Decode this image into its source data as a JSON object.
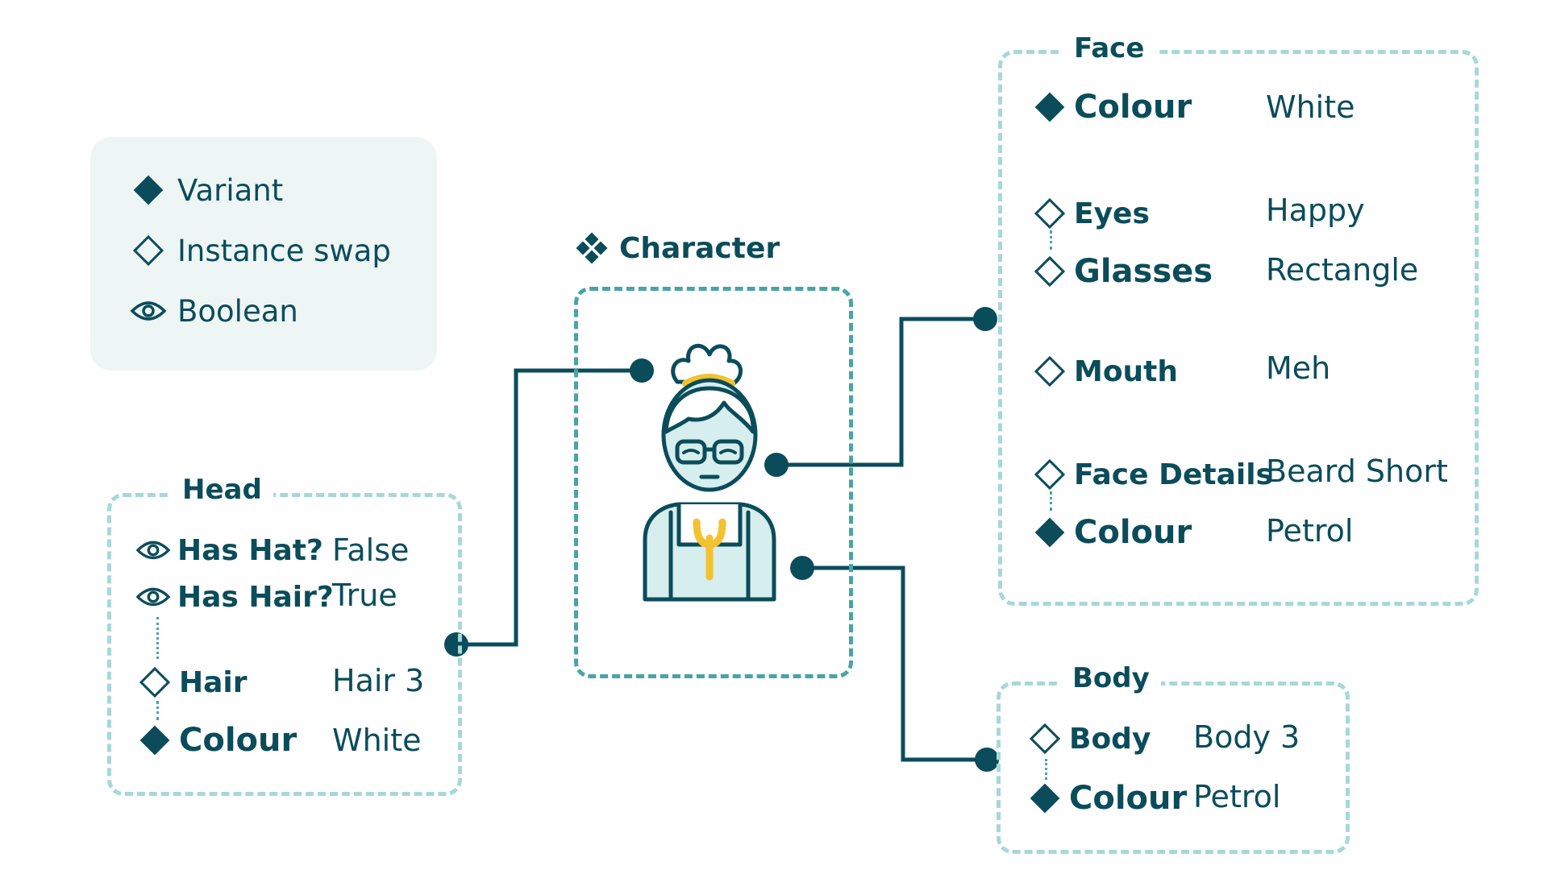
{
  "legend": {
    "variant": "Variant",
    "instance_swap": "Instance swap",
    "boolean": "Boolean"
  },
  "character": {
    "label": "Character"
  },
  "head": {
    "title": "Head",
    "props": [
      {
        "icon": "eye-icon",
        "name": "Has Hat?",
        "value": "False"
      },
      {
        "icon": "eye-icon",
        "name": "Has Hair?",
        "value": "True"
      },
      {
        "icon": "diamond-outline-icon",
        "name": "Hair",
        "value": "Hair 3"
      },
      {
        "icon": "diamond-filled-icon",
        "name": "Colour",
        "value": "White"
      }
    ]
  },
  "face": {
    "title": "Face",
    "props": [
      {
        "icon": "diamond-filled-icon",
        "name": "Colour",
        "value": "White"
      },
      {
        "icon": "diamond-outline-icon",
        "name": "Eyes",
        "value": "Happy"
      },
      {
        "icon": "diamond-outline-icon",
        "name": "Glasses",
        "value": "Rectangle"
      },
      {
        "icon": "diamond-outline-icon",
        "name": "Mouth",
        "value": "Meh"
      },
      {
        "icon": "diamond-outline-icon",
        "name": "Face Details",
        "value": "Beard Short"
      },
      {
        "icon": "diamond-filled-icon",
        "name": "Colour",
        "value": "Petrol"
      }
    ]
  },
  "body": {
    "title": "Body",
    "props": [
      {
        "icon": "diamond-outline-icon",
        "name": "Body",
        "value": "Body 3"
      },
      {
        "icon": "diamond-filled-icon",
        "name": "Colour",
        "value": "Petrol"
      }
    ]
  },
  "colors": {
    "petrol": "#0b4c5b",
    "teal_dashed": "#4aa3a7",
    "light_dashed": "#a6d8d9",
    "legend_bg": "#eef6f5",
    "accent_yellow": "#f2c230",
    "face_fill": "#d7eeee"
  }
}
